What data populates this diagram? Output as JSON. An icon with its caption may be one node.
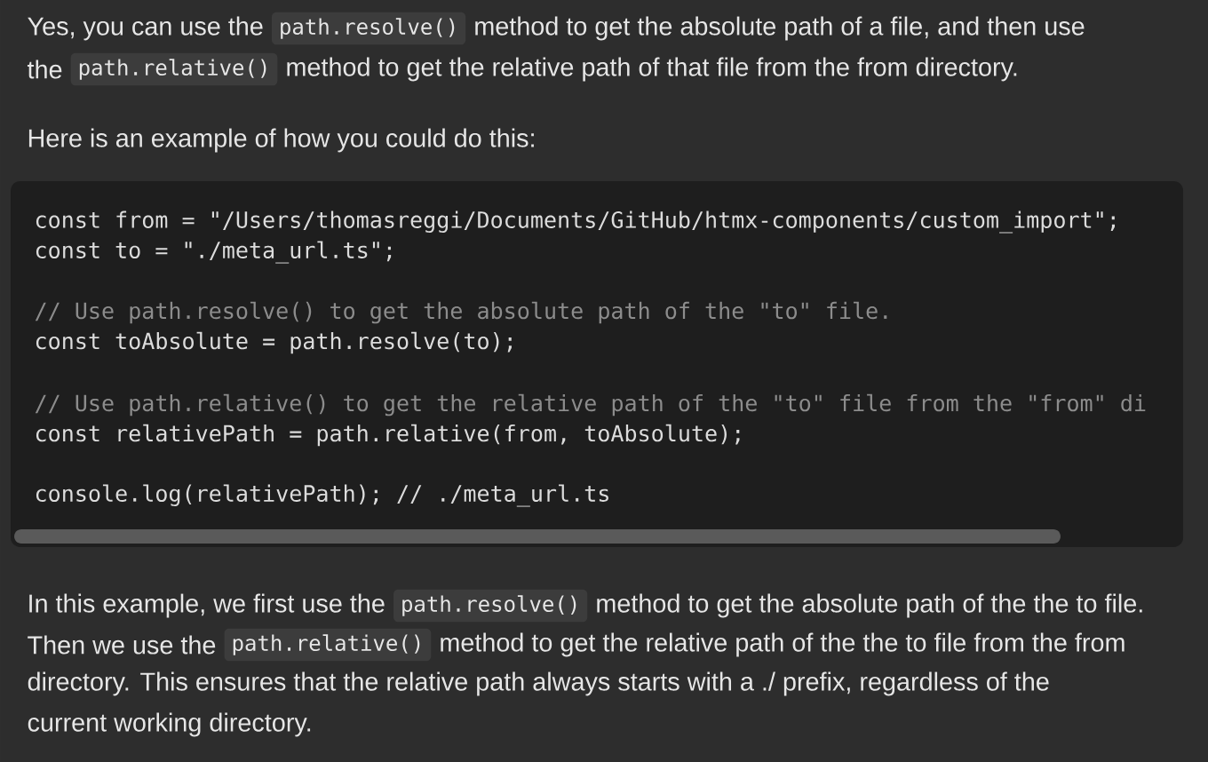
{
  "diagram": {
    "labels": [
      "Yes, you can use the",
      "path.resolve()",
      "method to get the absolute path of a file, and then use",
      "the",
      "path.relative()",
      "method to get the relative path of that file from the from directory.",
      "Here is an example of how you could do this:",
      "const from = \"/Users/thomasreggi/Documents/GitHub/htmx-components/custom_import\";",
      "const to = \"./meta_url.ts\";",
      "// Use path.resolve() to get the absolute path of the \"to\" file.",
      "const toAbsolute = path.resolve(to);",
      "// Use path.relative() to get the relative path of the \"to\" file from the \"from\" di",
      "const relativePath = path.relative(from, toAbsolute);",
      "console.log(relativePath); // ./meta_url.ts",
      "In this example, we first use the",
      "path.resolve()",
      "method to get the absolute path of the the to file.",
      "Then we use the",
      "path.relative()",
      "method to get the relative path of the the to file from the from",
      "directory. This ensures that the relative path always starts with a ./ prefix, regardless of the",
      "current working directory."
    ]
  }
}
